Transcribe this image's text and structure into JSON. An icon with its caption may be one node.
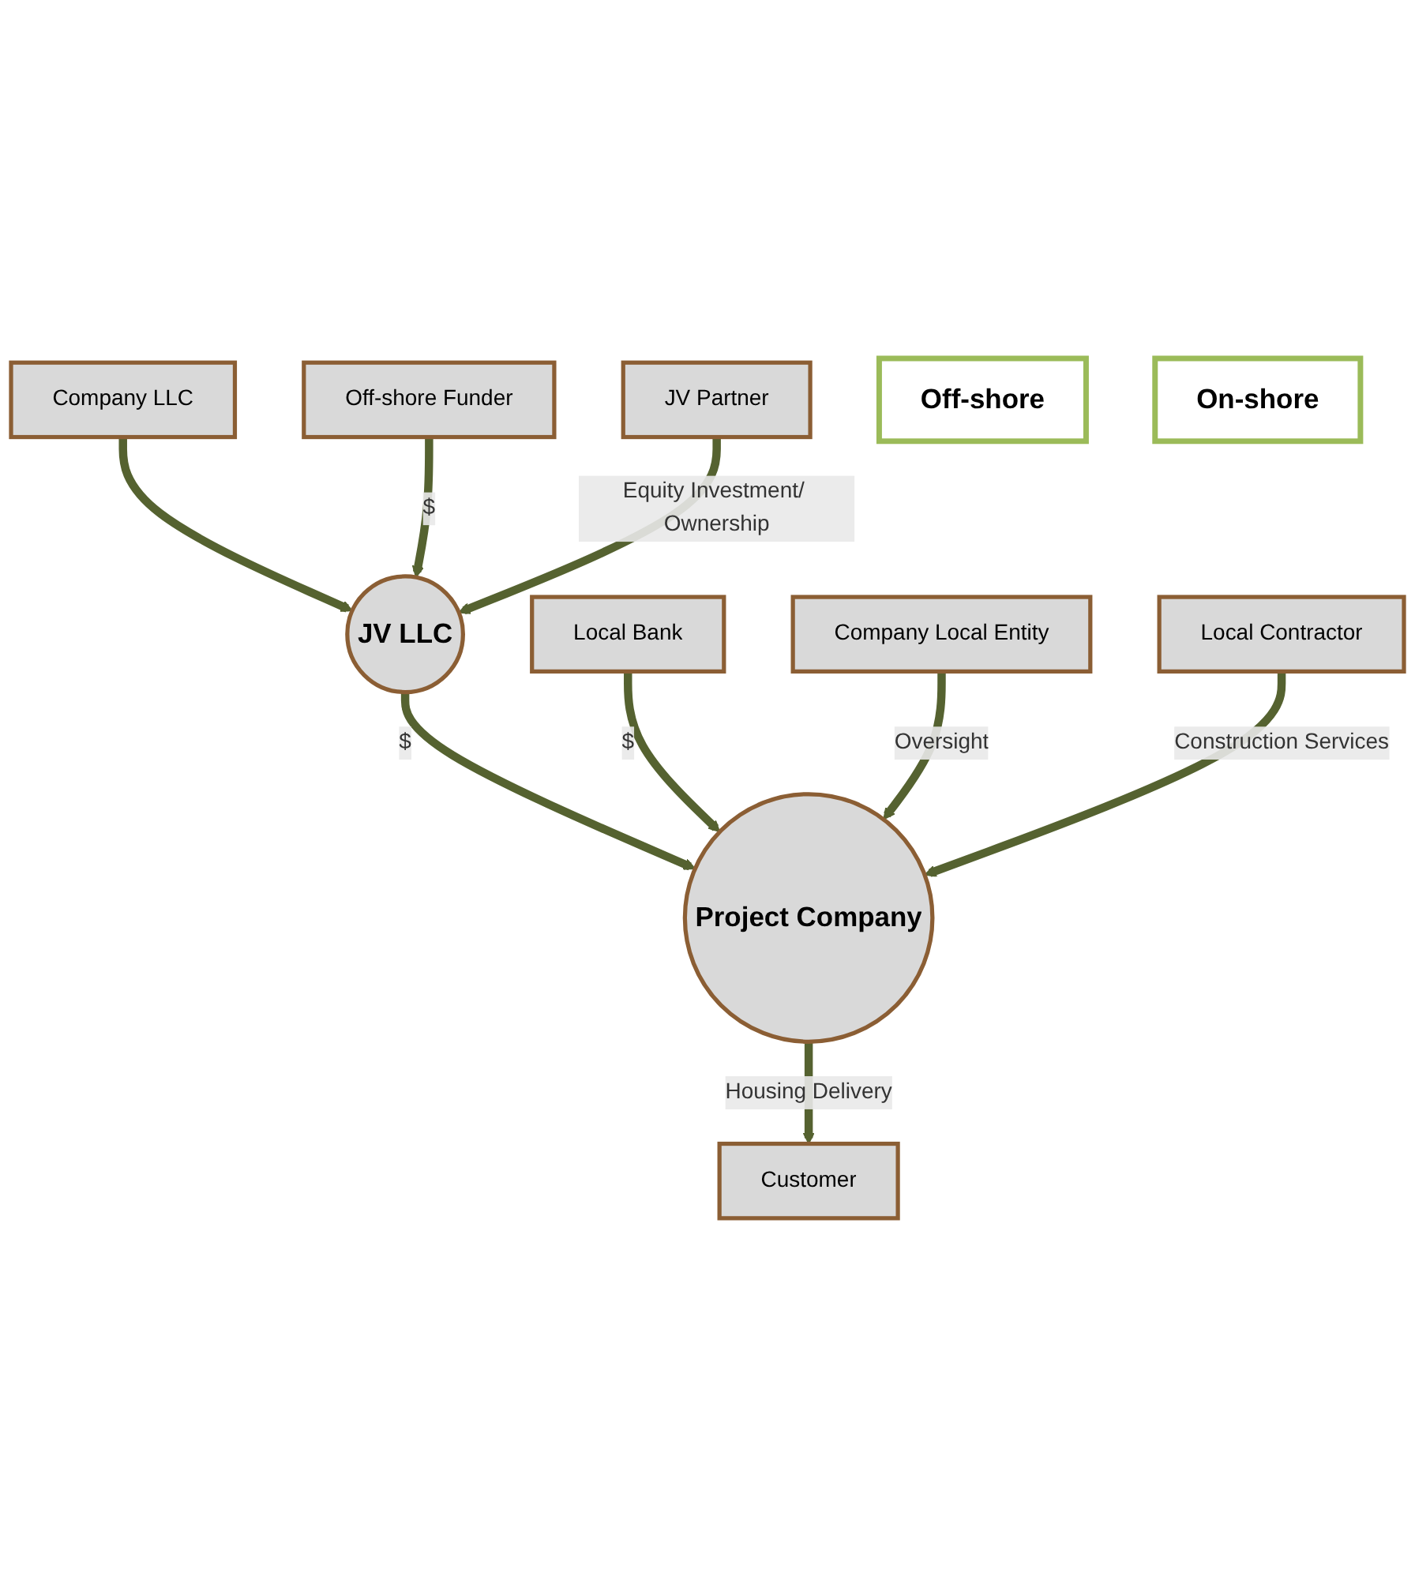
{
  "diagram": {
    "nodes": [
      {
        "text": [
          "Company LLC"
        ]
      },
      {
        "text": [
          "Off-shore Funder"
        ]
      },
      {
        "text": [
          "JV Partner"
        ]
      },
      {
        "text": [
          "JV LLC"
        ]
      },
      {
        "text": [
          "Customer"
        ]
      },
      {
        "text": [
          "Project Company"
        ]
      },
      {
        "text": [
          "Local Bank"
        ]
      },
      {
        "text": [
          "Company Local Entity"
        ]
      },
      {
        "text": [
          "Local Contractor"
        ]
      },
      {
        "text": [
          "Off-shore"
        ]
      },
      {
        "text": [
          "On-shore"
        ]
      }
    ],
    "edges": [
      {
        "from": 0,
        "to": 3,
        "arrow": "to"
      },
      {
        "from": 1,
        "to": 3,
        "arrow": "to",
        "label": "$"
      },
      {
        "from": 2,
        "to": 3,
        "arrow": "to",
        "label": "Equity Investment/ Ownership"
      },
      {
        "from": 3,
        "to": 5,
        "arrow": "to",
        "label": "$"
      },
      {
        "from": 5,
        "to": 4,
        "arrow": "to",
        "label": "Housing Delivery"
      },
      {
        "from": 6,
        "to": 5,
        "arrow": "to",
        "label": "$"
      },
      {
        "from": 7,
        "to": 5,
        "arrow": "to",
        "label": "Oversight"
      },
      {
        "from": 8,
        "to": 5,
        "arrow": "to",
        "label": "Construction Services"
      }
    ]
  }
}
